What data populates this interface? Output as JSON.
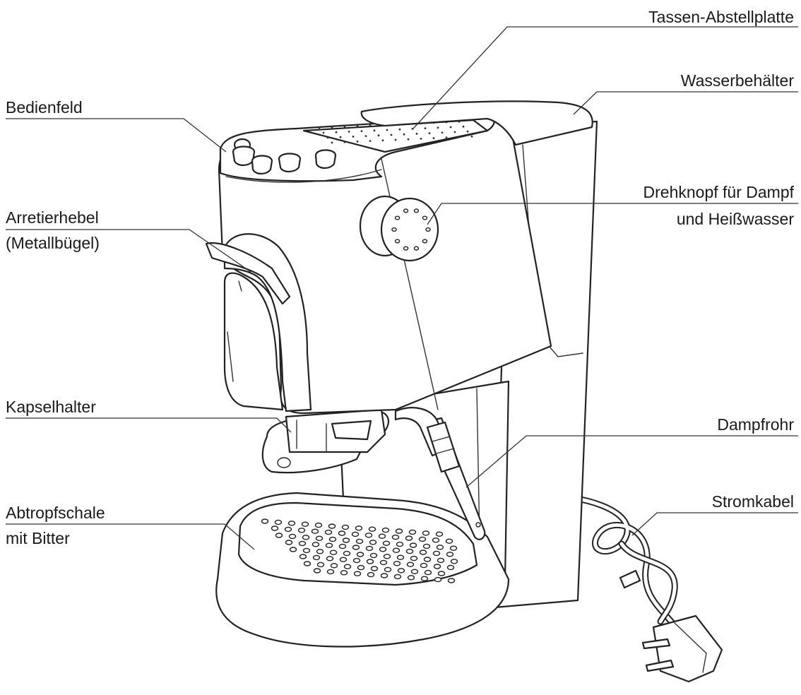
{
  "labels": {
    "cup_tray": "Tassen-Abstellplatte",
    "water_tank": "Wasserbehälter",
    "control_panel": "Bedienfeld",
    "steam_knob_line1": "Drehknopf für Dampf",
    "steam_knob_line2": "und Heißwasser",
    "locking_lever_line1": "Arretierhebel",
    "locking_lever_line2": "(Metallbügel)",
    "capsule_holder": "Kapselhalter",
    "steam_pipe": "Dampfrohr",
    "drip_tray_line1": "Abtropfschale",
    "drip_tray_line2": "mit Bitter",
    "power_cable": "Stromkabel"
  },
  "colors": {
    "line": "#222222",
    "text": "#1a1a1a",
    "background": "#ffffff"
  }
}
